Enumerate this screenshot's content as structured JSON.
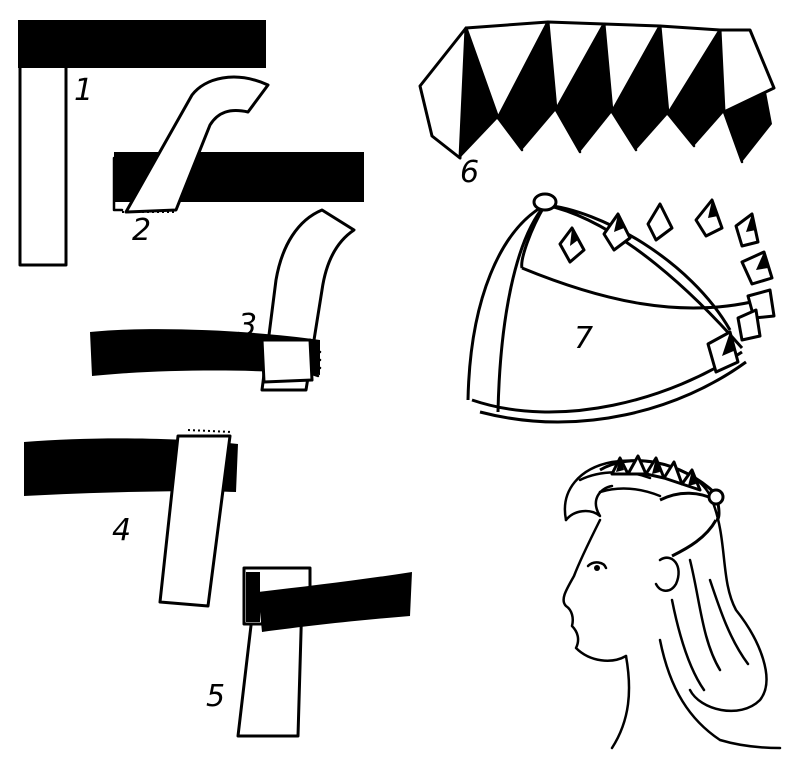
{
  "steps": [
    {
      "label": "1"
    },
    {
      "label": "2"
    },
    {
      "label": "3"
    },
    {
      "label": "4"
    },
    {
      "label": "5"
    },
    {
      "label": "6"
    },
    {
      "label": "7"
    }
  ],
  "colors": {
    "ink": "#000000",
    "paper": "#ffffff"
  }
}
